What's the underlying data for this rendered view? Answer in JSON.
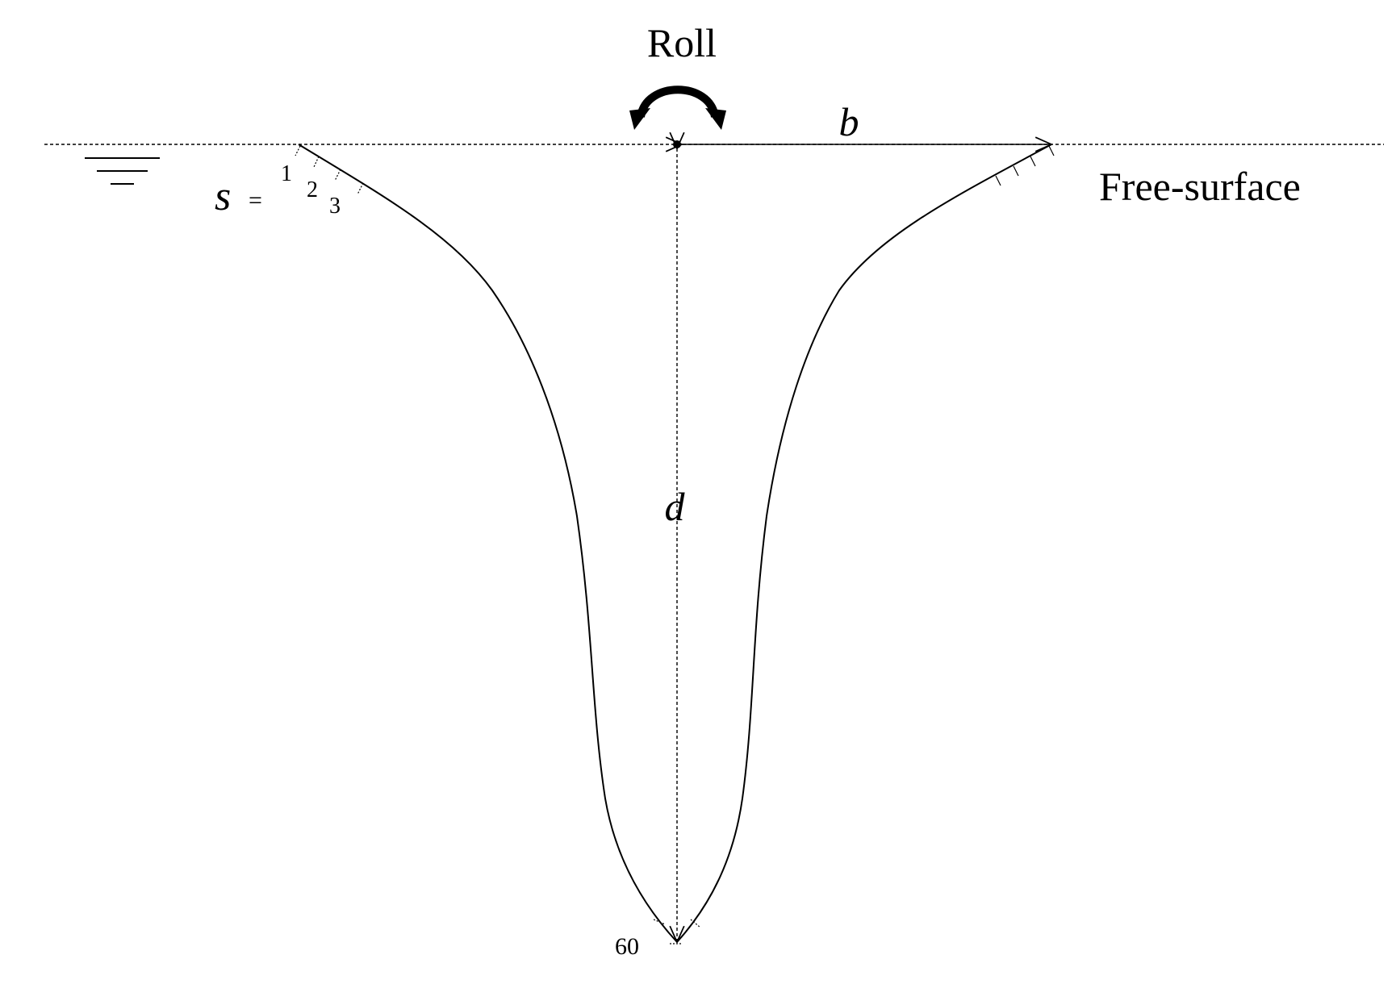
{
  "labels": {
    "roll": "Roll",
    "b": "b",
    "d": "d",
    "free_surface": "Free-surface",
    "s": "s",
    "equals": "=",
    "s1": "1",
    "s2": "2",
    "s3": "3",
    "s60": "60"
  },
  "colors": {
    "stroke": "#000000",
    "background": "#ffffff"
  }
}
